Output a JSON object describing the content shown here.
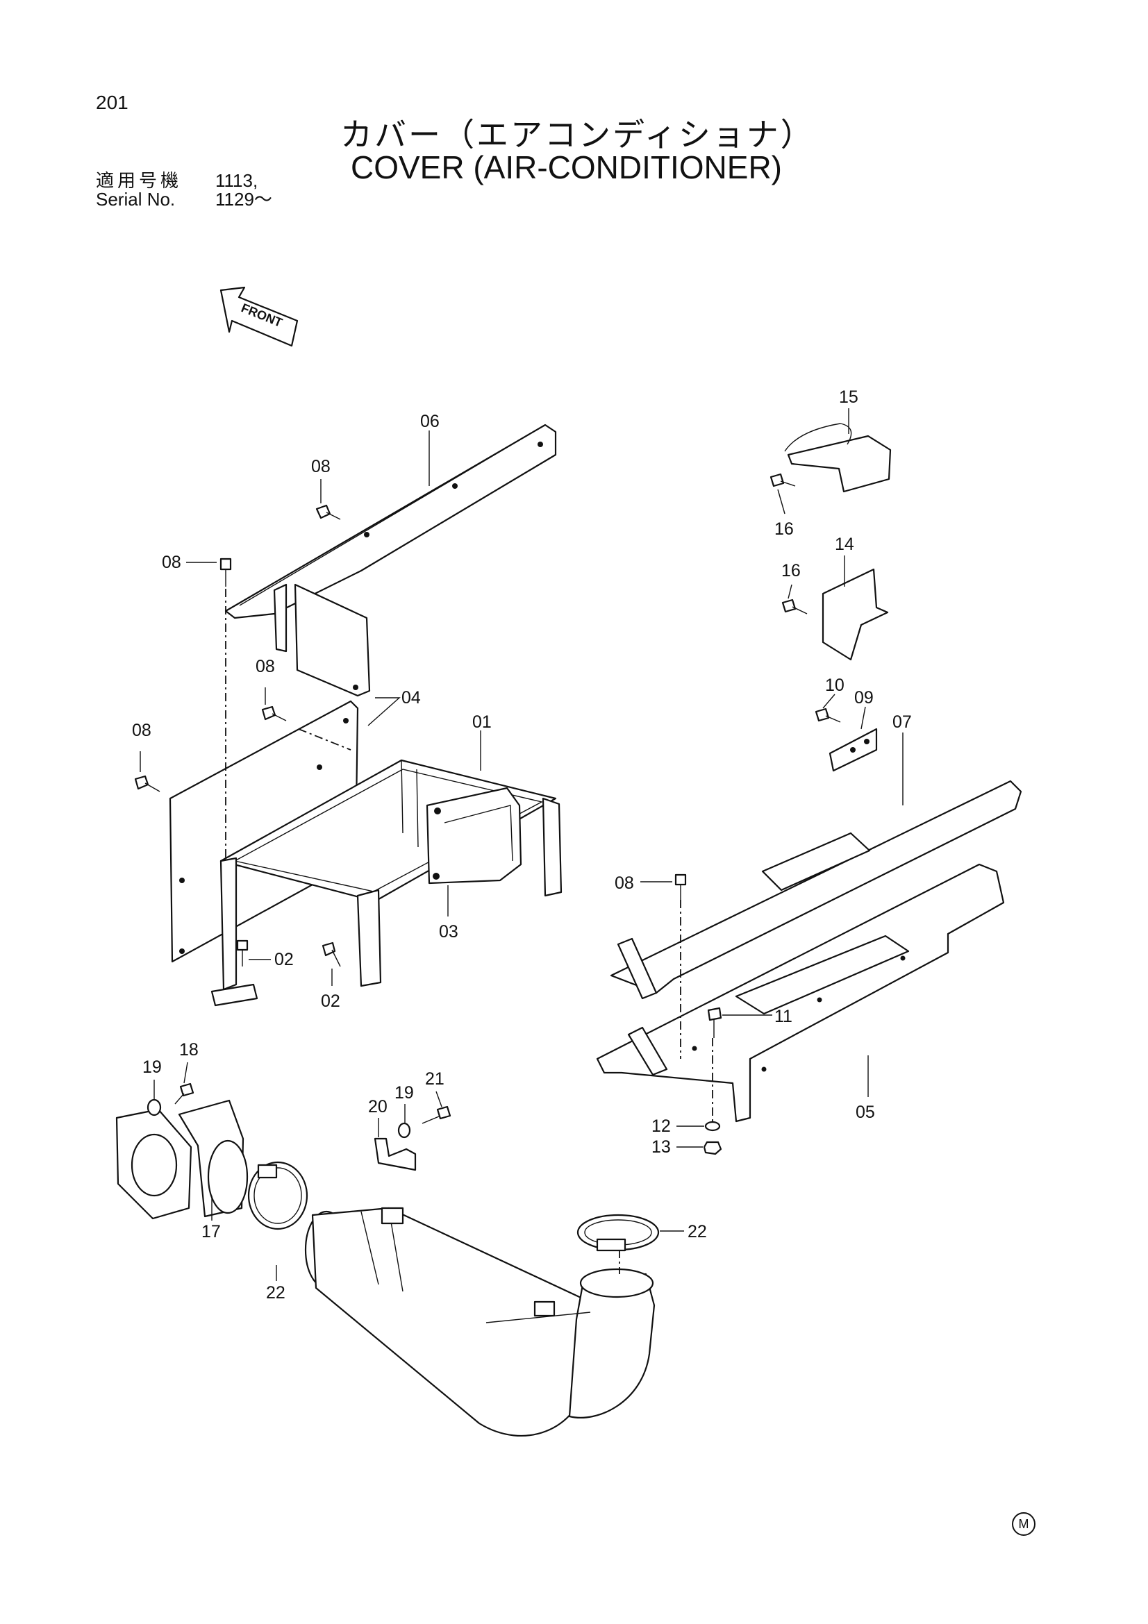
{
  "page": {
    "number": "201",
    "title_jp": "カバー（エアコンディショナ）",
    "title_en": "COVER (AIR-CONDITIONER)",
    "serial_label_jp": "適用号機",
    "serial_value_1": "1113,",
    "serial_label_en": "Serial No.",
    "serial_value_2": "1129～",
    "direction_label": "FRONT",
    "mark": "M"
  },
  "callouts": [
    {
      "id": "01",
      "text": "01"
    },
    {
      "id": "02a",
      "text": "02"
    },
    {
      "id": "02b",
      "text": "02"
    },
    {
      "id": "03",
      "text": "03"
    },
    {
      "id": "04",
      "text": "04"
    },
    {
      "id": "05",
      "text": "05"
    },
    {
      "id": "06",
      "text": "06"
    },
    {
      "id": "07",
      "text": "07"
    },
    {
      "id": "08a",
      "text": "08"
    },
    {
      "id": "08b",
      "text": "08"
    },
    {
      "id": "08c",
      "text": "08"
    },
    {
      "id": "08d",
      "text": "08"
    },
    {
      "id": "08e",
      "text": "08"
    },
    {
      "id": "09",
      "text": "09"
    },
    {
      "id": "10",
      "text": "10"
    },
    {
      "id": "11",
      "text": "11"
    },
    {
      "id": "12",
      "text": "12"
    },
    {
      "id": "13",
      "text": "13"
    },
    {
      "id": "14",
      "text": "14"
    },
    {
      "id": "15",
      "text": "15"
    },
    {
      "id": "16a",
      "text": "16"
    },
    {
      "id": "16b",
      "text": "16"
    },
    {
      "id": "17",
      "text": "17"
    },
    {
      "id": "18",
      "text": "18"
    },
    {
      "id": "19a",
      "text": "19"
    },
    {
      "id": "19b",
      "text": "19"
    },
    {
      "id": "20",
      "text": "20"
    },
    {
      "id": "21",
      "text": "21"
    },
    {
      "id": "22a",
      "text": "22"
    },
    {
      "id": "22b",
      "text": "22"
    }
  ]
}
